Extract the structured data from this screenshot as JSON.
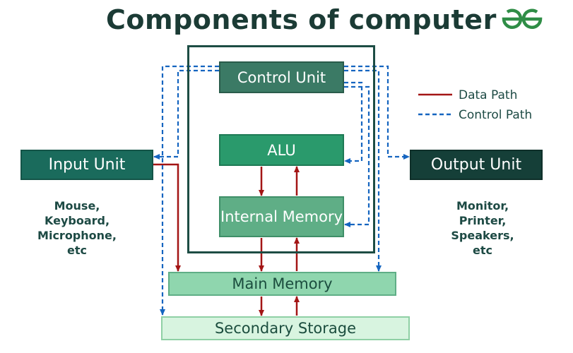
{
  "title": "Components of computer",
  "logo": {
    "icon": "geeksforgeeks-logo",
    "color": "#2f8d46"
  },
  "colors": {
    "data_path": "#a31515",
    "control_path": "#1565c0",
    "accent": "#1d4d44"
  },
  "components": {
    "control_unit": "Control Unit",
    "alu": "ALU",
    "internal_memory": "Internal Memory",
    "input_unit": "Input Unit",
    "output_unit": "Output Unit",
    "main_memory": "Main Memory",
    "secondary_storage": "Secondary Storage"
  },
  "input_devices": [
    "Mouse,",
    "Keyboard,",
    "Microphone,",
    "etc"
  ],
  "output_devices": [
    "Monitor,",
    "Printer,",
    "Speakers,",
    "etc"
  ],
  "legend": {
    "data_path": "Data Path",
    "control_path": "Control Path"
  }
}
